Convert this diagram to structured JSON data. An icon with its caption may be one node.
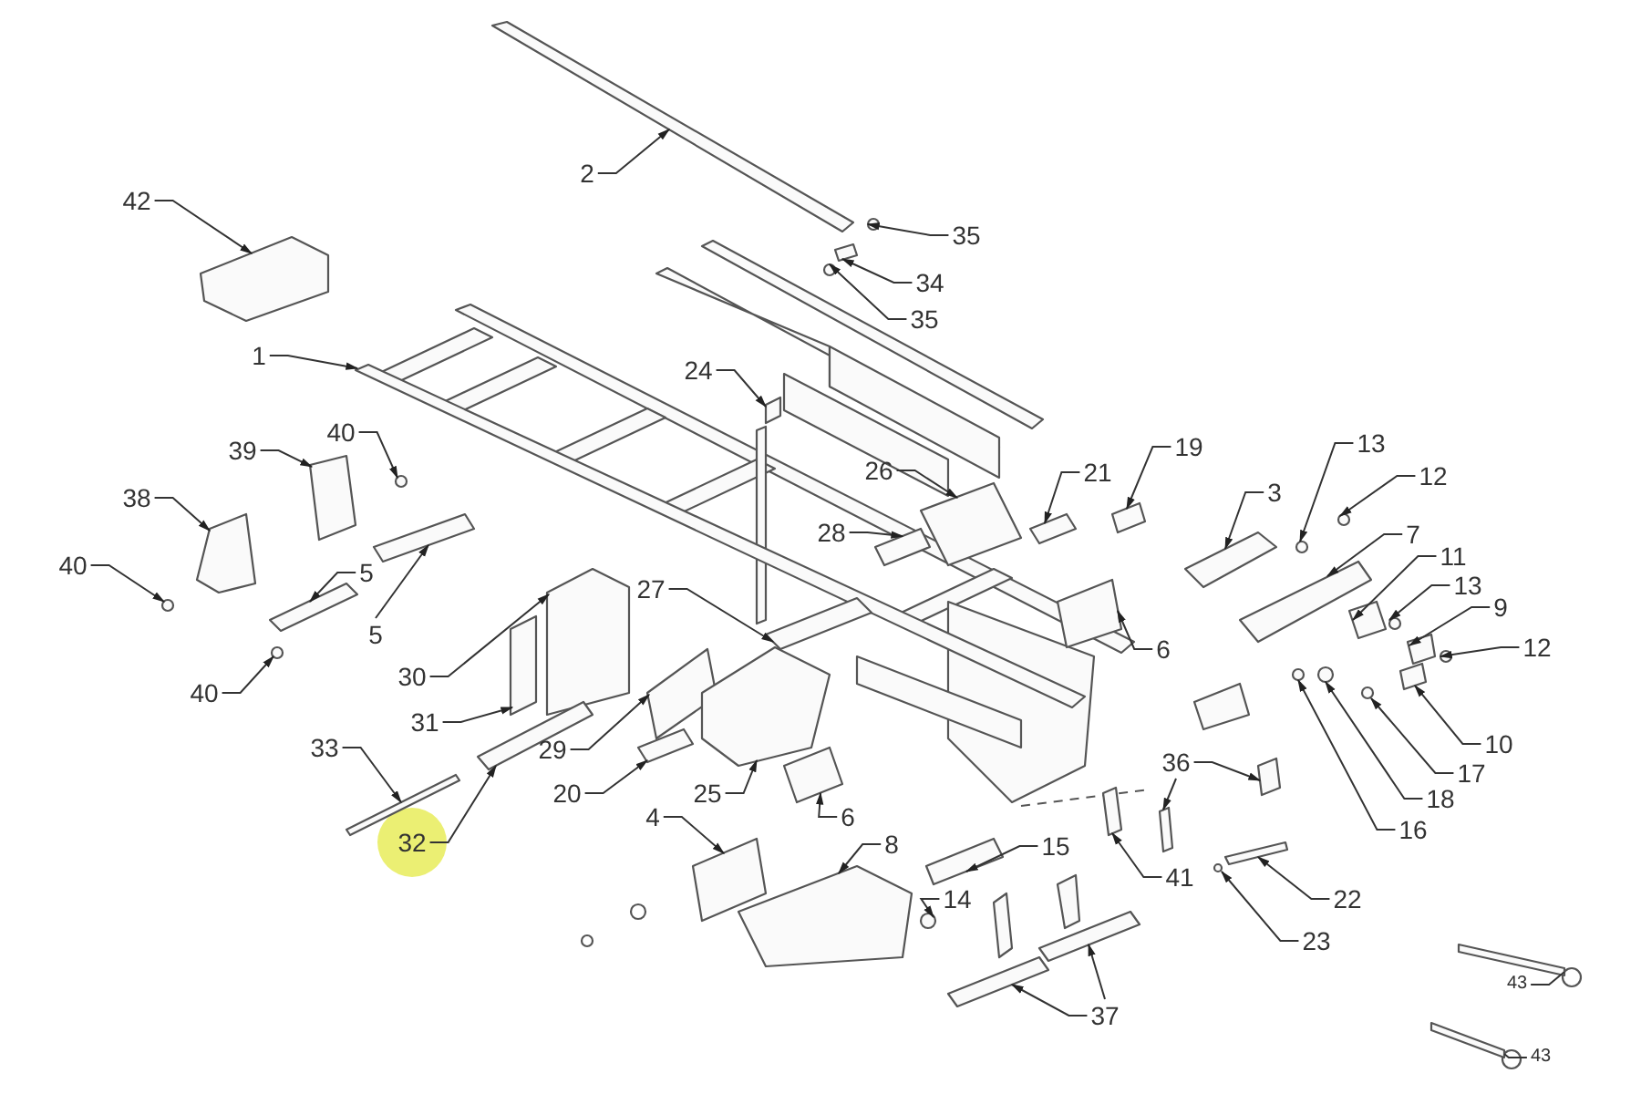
{
  "diagram": {
    "nodes": [
      {
        "text": [
          "2"
        ]
      },
      {
        "text": [
          "42"
        ]
      },
      {
        "text": [
          "1"
        ]
      },
      {
        "text": [
          "35"
        ]
      },
      {
        "text": [
          "34"
        ]
      },
      {
        "text": [
          "35"
        ]
      },
      {
        "text": [
          "24"
        ]
      },
      {
        "text": [
          "39"
        ]
      },
      {
        "text": [
          "40"
        ]
      },
      {
        "text": [
          "38"
        ]
      },
      {
        "text": [
          "19"
        ]
      },
      {
        "text": [
          "26"
        ]
      },
      {
        "text": [
          "21"
        ]
      },
      {
        "text": [
          "28"
        ]
      },
      {
        "text": [
          "3"
        ]
      },
      {
        "text": [
          "13"
        ]
      },
      {
        "text": [
          "12"
        ]
      },
      {
        "text": [
          "40"
        ]
      },
      {
        "text": [
          "5"
        ]
      },
      {
        "text": [
          "7"
        ]
      },
      {
        "text": [
          "11"
        ]
      },
      {
        "text": [
          "5"
        ]
      },
      {
        "text": [
          "13"
        ]
      },
      {
        "text": [
          "27"
        ]
      },
      {
        "text": [
          "9"
        ]
      },
      {
        "text": [
          "30"
        ]
      },
      {
        "text": [
          "12"
        ]
      },
      {
        "text": [
          "6"
        ]
      },
      {
        "text": [
          "40"
        ]
      },
      {
        "text": [
          "31"
        ]
      },
      {
        "text": [
          "33"
        ]
      },
      {
        "text": [
          "29"
        ]
      },
      {
        "text": [
          "10"
        ]
      },
      {
        "text": [
          "17"
        ]
      },
      {
        "text": [
          "20"
        ]
      },
      {
        "text": [
          "25"
        ]
      },
      {
        "text": [
          "36"
        ]
      },
      {
        "text": [
          "18"
        ]
      },
      {
        "text": [
          "16"
        ]
      },
      {
        "text": [
          "6"
        ]
      },
      {
        "text": [
          "32"
        ]
      },
      {
        "text": [
          "4"
        ]
      },
      {
        "text": [
          "8"
        ]
      },
      {
        "text": [
          "15"
        ]
      },
      {
        "text": [
          "41"
        ]
      },
      {
        "text": [
          "22"
        ]
      },
      {
        "text": [
          "14"
        ]
      },
      {
        "text": [
          "23"
        ]
      },
      {
        "text": [
          "43"
        ]
      },
      {
        "text": [
          "37"
        ]
      },
      {
        "text": [
          "43"
        ]
      },
      {
        "text": [],
        "shape": "box"
      },
      {
        "text": [],
        "shape": "box"
      },
      {
        "text": [],
        "shape": "box"
      },
      {
        "text": [],
        "shape": "circle"
      },
      {
        "text": [],
        "shape": "box"
      },
      {
        "text": [],
        "shape": "circle"
      },
      {
        "text": [],
        "shape": "box"
      },
      {
        "text": [],
        "shape": "box"
      },
      {
        "text": [],
        "shape": "circle"
      },
      {
        "text": [],
        "shape": "box"
      },
      {
        "text": [],
        "shape": "box"
      },
      {
        "text": [],
        "shape": "box"
      },
      {
        "text": [],
        "shape": "box"
      },
      {
        "text": [],
        "shape": "box"
      },
      {
        "text": [],
        "shape": "box"
      },
      {
        "text": [],
        "shape": "circle"
      },
      {
        "text": [],
        "shape": "circle"
      },
      {
        "text": [],
        "shape": "circle"
      },
      {
        "text": [],
        "shape": "box"
      },
      {
        "text": [],
        "shape": "box"
      },
      {
        "text": [],
        "shape": "box"
      },
      {
        "text": [],
        "shape": "box"
      },
      {
        "text": [],
        "shape": "circle"
      },
      {
        "text": [],
        "shape": "box"
      },
      {
        "text": [],
        "shape": "box"
      },
      {
        "text": [],
        "shape": "box"
      },
      {
        "text": [],
        "shape": "circle"
      },
      {
        "text": [],
        "shape": "box"
      },
      {
        "text": [],
        "shape": "circle"
      },
      {
        "text": [],
        "shape": "box"
      },
      {
        "text": [],
        "shape": "box"
      },
      {
        "text": [],
        "shape": "box"
      },
      {
        "text": [],
        "shape": "box"
      },
      {
        "text": [],
        "shape": "circle"
      },
      {
        "text": [],
        "shape": "box"
      },
      {
        "text": [],
        "shape": "box"
      },
      {
        "text": [],
        "shape": "box"
      },
      {
        "text": [],
        "shape": "box"
      },
      {
        "text": [],
        "shape": "circle"
      },
      {
        "text": [],
        "shape": "circle"
      },
      {
        "text": [],
        "shape": "box"
      },
      {
        "text": [],
        "shape": "box"
      },
      {
        "text": [],
        "shape": "box"
      },
      {
        "text": [],
        "shape": "box"
      },
      {
        "text": [],
        "shape": "box"
      },
      {
        "text": [],
        "shape": "box"
      },
      {
        "text": [],
        "shape": "box"
      },
      {
        "text": [],
        "shape": "circle"
      },
      {
        "text": [],
        "shape": "circle"
      },
      {
        "text": [],
        "shape": "box"
      },
      {
        "text": [],
        "shape": "box"
      },
      {
        "text": [],
        "shape": "box"
      },
      {
        "text": [],
        "shape": "box"
      }
    ],
    "edges": [
      {
        "from": 0,
        "to": 51,
        "arrow": "to"
      },
      {
        "from": 1,
        "to": 52,
        "arrow": "to"
      },
      {
        "from": 2,
        "to": 53,
        "arrow": "to"
      },
      {
        "from": 3,
        "to": 54,
        "arrow": "to"
      },
      {
        "from": 4,
        "to": 55,
        "arrow": "to"
      },
      {
        "from": 5,
        "to": 56,
        "arrow": "to"
      },
      {
        "from": 6,
        "to": 57,
        "arrow": "to"
      },
      {
        "from": 7,
        "to": 58,
        "arrow": "to"
      },
      {
        "from": 8,
        "to": 59,
        "arrow": "to"
      },
      {
        "from": 9,
        "to": 60,
        "arrow": "to"
      },
      {
        "from": 10,
        "to": 61,
        "arrow": "to"
      },
      {
        "from": 11,
        "to": 62,
        "arrow": "to"
      },
      {
        "from": 12,
        "to": 63,
        "arrow": "to"
      },
      {
        "from": 13,
        "to": 64,
        "arrow": "to"
      },
      {
        "from": 14,
        "to": 65,
        "arrow": "to"
      },
      {
        "from": 15,
        "to": 66,
        "arrow": "to"
      },
      {
        "from": 16,
        "to": 67,
        "arrow": "to"
      },
      {
        "from": 17,
        "to": 68,
        "arrow": "to"
      },
      {
        "from": 18,
        "to": 69,
        "arrow": "to"
      },
      {
        "from": 19,
        "to": 70,
        "arrow": "to"
      },
      {
        "from": 20,
        "to": 71,
        "arrow": "to"
      },
      {
        "from": 21,
        "to": 72,
        "arrow": "to"
      },
      {
        "from": 22,
        "to": 73,
        "arrow": "to"
      },
      {
        "from": 23,
        "to": 74,
        "arrow": "to"
      },
      {
        "from": 24,
        "to": 75,
        "arrow": "to"
      },
      {
        "from": 25,
        "to": 76,
        "arrow": "to"
      },
      {
        "from": 26,
        "to": 77,
        "arrow": "to"
      },
      {
        "from": 27,
        "to": 78,
        "arrow": "to"
      },
      {
        "from": 28,
        "to": 79,
        "arrow": "to"
      },
      {
        "from": 29,
        "to": 80,
        "arrow": "to"
      },
      {
        "from": 30,
        "to": 81,
        "arrow": "to"
      },
      {
        "from": 31,
        "to": 82,
        "arrow": "to"
      },
      {
        "from": 32,
        "to": 83,
        "arrow": "to"
      },
      {
        "from": 33,
        "to": 84,
        "arrow": "to"
      },
      {
        "from": 34,
        "to": 85,
        "arrow": "to"
      },
      {
        "from": 35,
        "to": 86,
        "arrow": "to"
      },
      {
        "from": 36,
        "to": 87,
        "arrow": "to"
      },
      {
        "from": 36,
        "to": 88,
        "arrow": "to"
      },
      {
        "from": 37,
        "to": 89,
        "arrow": "to"
      },
      {
        "from": 38,
        "to": 90,
        "arrow": "to"
      },
      {
        "from": 39,
        "to": 91,
        "arrow": "to"
      },
      {
        "from": 40,
        "to": 92,
        "arrow": "to"
      },
      {
        "from": 41,
        "to": 93,
        "arrow": "to"
      },
      {
        "from": 42,
        "to": 94,
        "arrow": "to"
      },
      {
        "from": 43,
        "to": 95,
        "arrow": "to"
      },
      {
        "from": 44,
        "to": 96,
        "arrow": "to"
      },
      {
        "from": 45,
        "to": 97,
        "arrow": "to"
      },
      {
        "from": 46,
        "to": 98,
        "arrow": "to"
      },
      {
        "from": 47,
        "to": 99,
        "arrow": "to"
      },
      {
        "from": 48,
        "to": 100,
        "arrow": "none"
      },
      {
        "from": 49,
        "to": 101,
        "arrow": "to"
      },
      {
        "from": 49,
        "to": 102,
        "arrow": "to"
      },
      {
        "from": 50,
        "to": 103,
        "arrow": "none"
      }
    ]
  }
}
